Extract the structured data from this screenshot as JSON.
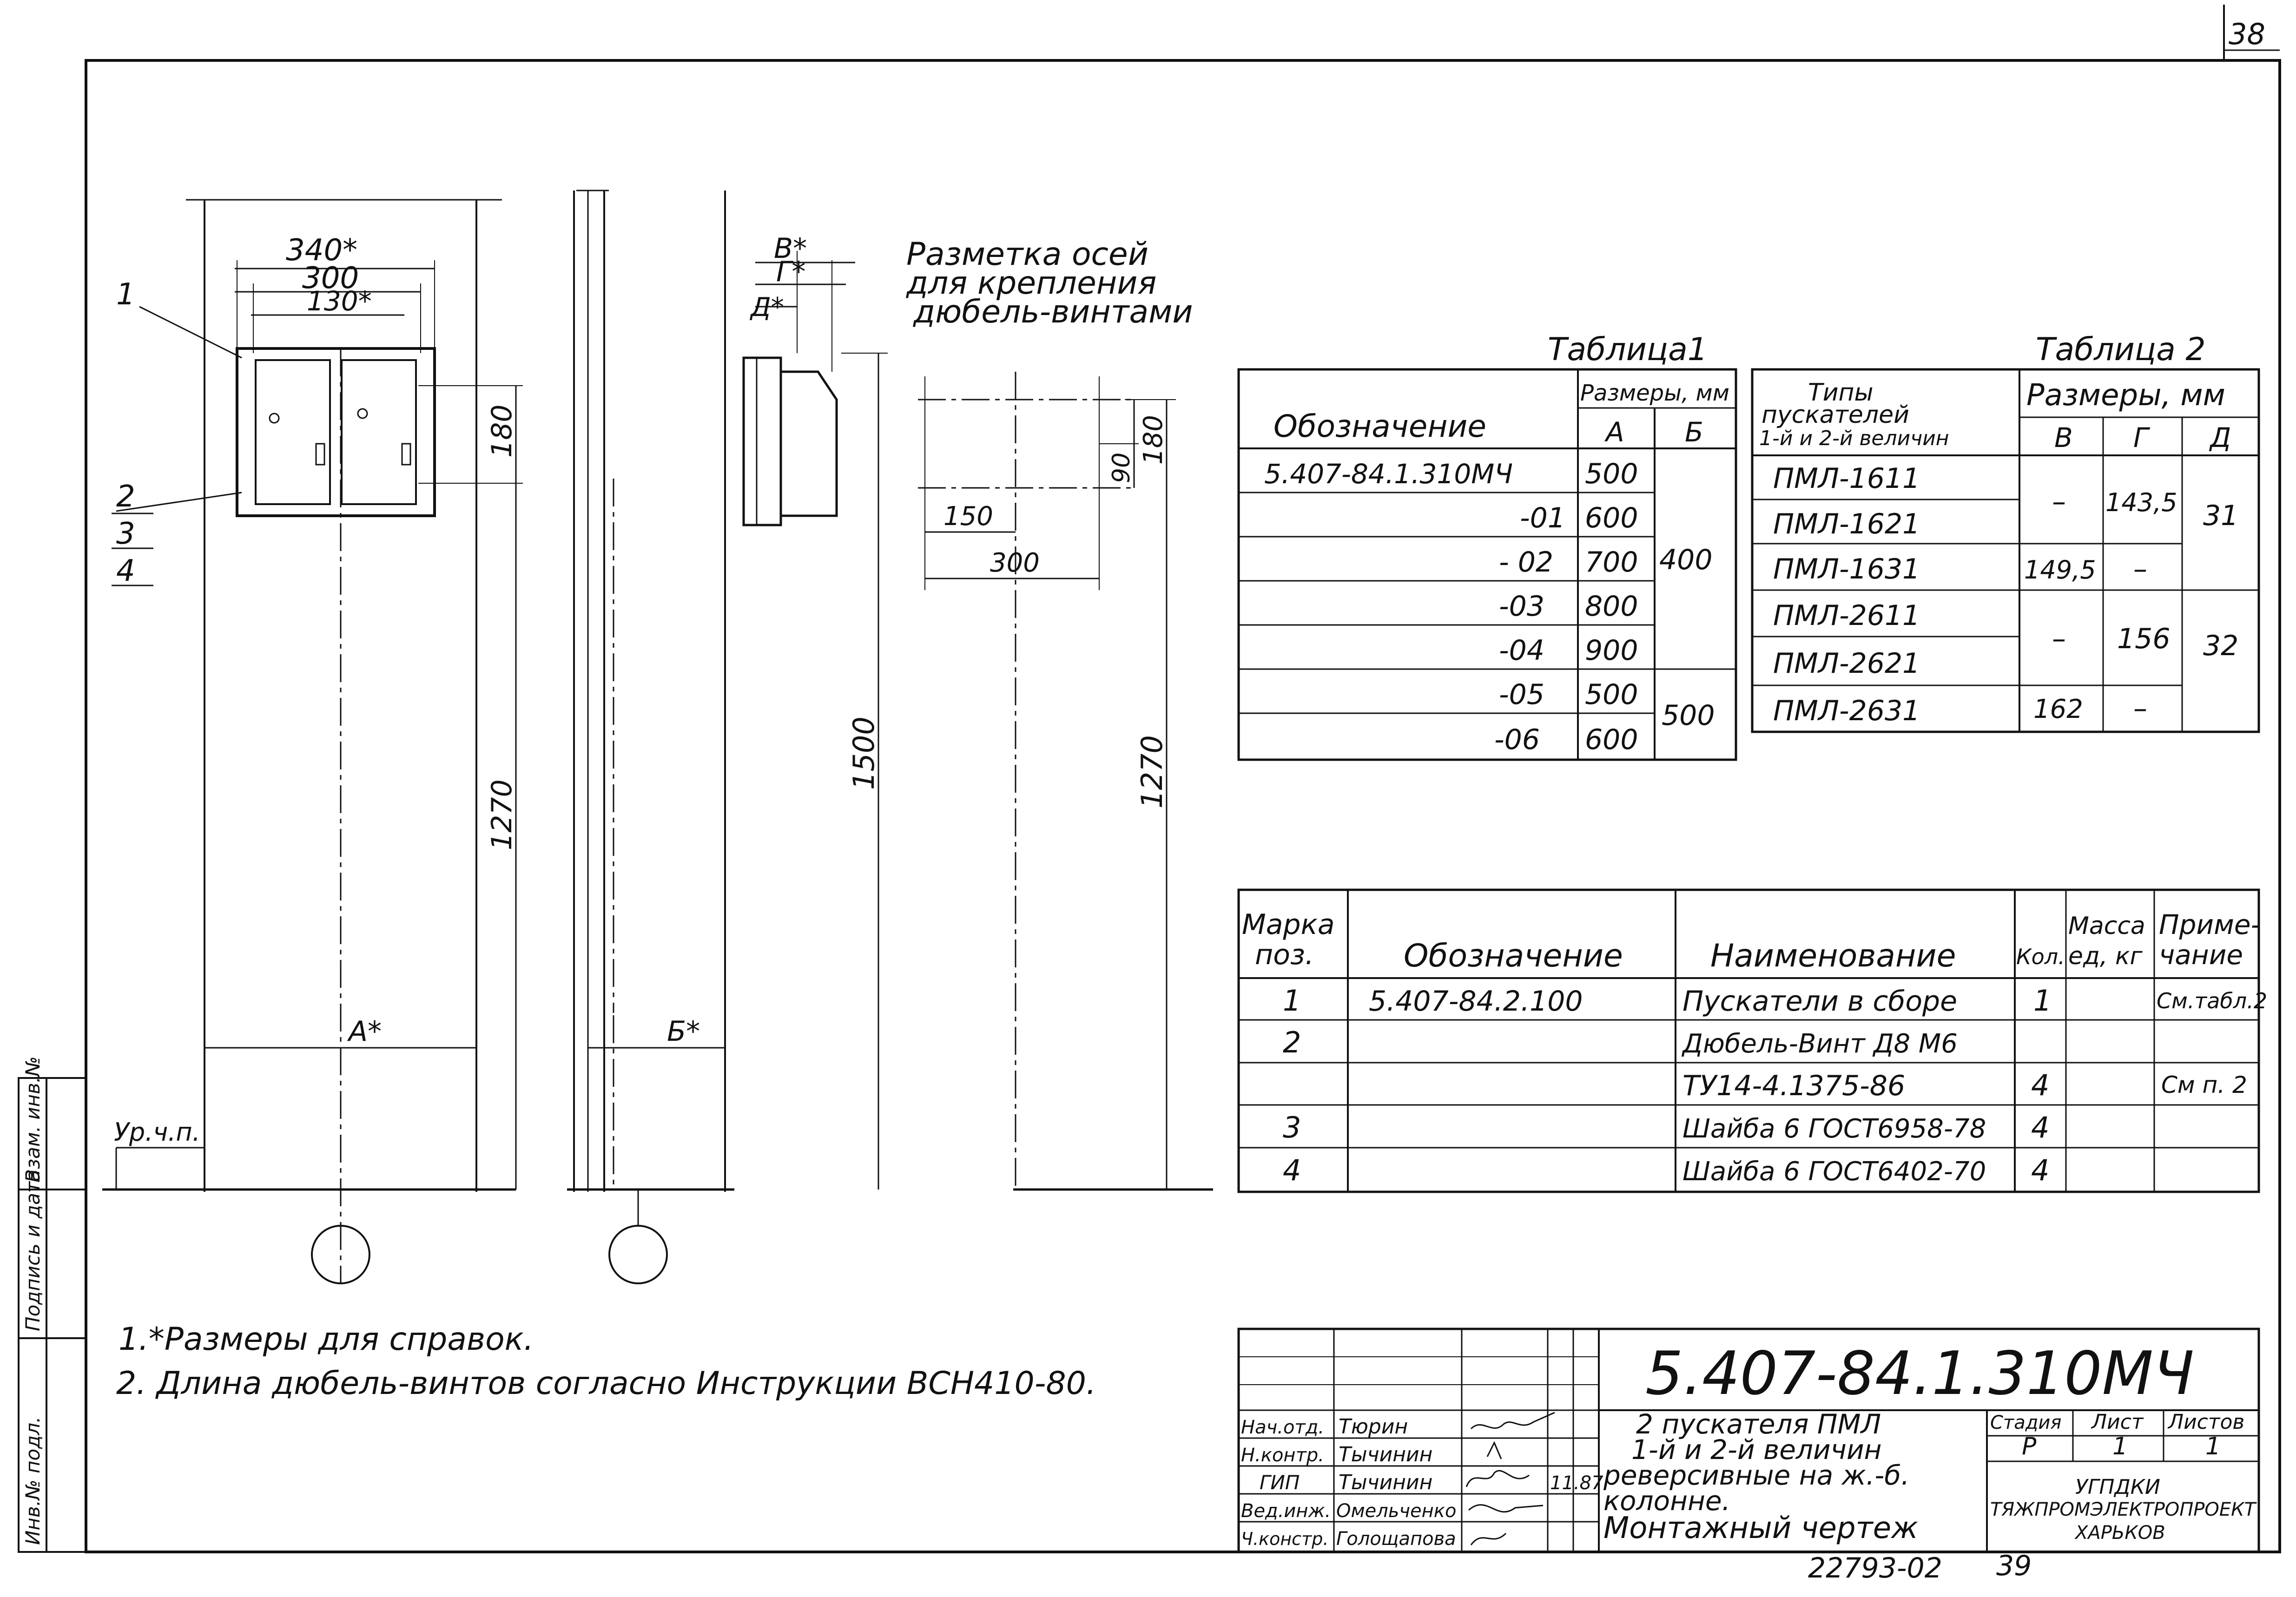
{
  "sheet_number": "38",
  "drawing_code": "5.407-84.1.310МЧ",
  "note_bottom": "22793-02",
  "note_bottom_sheet": "39",
  "heading_axes": [
    "Разметка осей",
    "для крепления",
    "дюбель-винтами"
  ],
  "dimensions": {
    "d340": "340*",
    "d300": "300",
    "d130": "130*",
    "d180a": "180",
    "d1270a": "1270",
    "dA": "A*",
    "dV": "В*",
    "dG": "Г*",
    "dD": "Д*",
    "d1500": "1500",
    "dB": "Б*",
    "d150": "150",
    "d300b": "300",
    "d90": "90",
    "d180b": "180",
    "d1270b": "1270"
  },
  "level_mark": "Ур.ч.п.",
  "callouts": [
    "1",
    "2",
    "3",
    "4"
  ],
  "notes": [
    "1.*Размеры для справок.",
    "2. Длина дюбель-винтов согласно Инструкции ВСН410-80."
  ],
  "table1": {
    "title": "Таблица1",
    "h_designation": "Обозначение",
    "h_sizes": "Размеры, мм",
    "h_a": "А",
    "h_b": "Б",
    "rows": [
      {
        "d": "5.407-84.1.310МЧ",
        "a": "500"
      },
      {
        "d": "-01",
        "a": "600"
      },
      {
        "d": "- 02",
        "a": "700"
      },
      {
        "d": "-03",
        "a": "800"
      },
      {
        "d": "-04",
        "a": "900"
      },
      {
        "d": "-05",
        "a": "500"
      },
      {
        "d": "-06",
        "a": "600"
      }
    ],
    "b_group1": "400",
    "b_group2": "500"
  },
  "table2": {
    "title": "Таблица 2",
    "h_types": [
      "Типы",
      "пускателей",
      "1-й и 2-й величин"
    ],
    "h_sizes": "Размеры, мм",
    "h_v": "В",
    "h_g": "Г",
    "h_d": "Д",
    "rows": [
      "ПМЛ-1611",
      "ПМЛ-1621",
      "ПМЛ-1631",
      "ПМЛ-2611",
      "ПМЛ-2621",
      "ПМЛ-2631"
    ],
    "v1": "–",
    "g1": "143,5",
    "d1": "31",
    "v3": "149,5",
    "g3": "–",
    "v4": "–",
    "g4": "156",
    "d2": "32",
    "v6": "162",
    "g6": "–"
  },
  "spec": {
    "h_mark": [
      "Марка",
      "поз."
    ],
    "h_designation": "Обозначение",
    "h_name": "Наименование",
    "h_qty": "Кол.",
    "h_mass": [
      "Масса",
      "ед, кг"
    ],
    "h_note": [
      "Приме-",
      "чание"
    ],
    "rows": [
      {
        "pos": "1",
        "des": "5.407-84.2.100",
        "name": "Пускатели в сборе",
        "qty": "1",
        "note": "См.табл.2"
      },
      {
        "pos": "2",
        "des": "",
        "name": "Дюбель-Винт Д8 М6",
        "qty": "",
        "note": ""
      },
      {
        "pos": "",
        "des": "",
        "name": "ТУ14-4.1375-86",
        "qty": "4",
        "note": "См п. 2"
      },
      {
        "pos": "3",
        "des": "",
        "name": "Шайба 6 ГОСТ6958-78",
        "qty": "4",
        "note": ""
      },
      {
        "pos": "4",
        "des": "",
        "name": "Шайба 6 ГОСТ6402-70",
        "qty": "4",
        "note": ""
      }
    ]
  },
  "titleblock": {
    "roles": [
      "Нач.отд.",
      "Н.контр.",
      "ГИП",
      "Вед.инж.",
      "Ч.констр."
    ],
    "names": [
      "Тюрин",
      "Тычинин",
      "Тычинин",
      "Омельченко",
      "Голощапова"
    ],
    "date": "11.87",
    "title": [
      "2 пускателя ПМЛ",
      "1-й и 2-й величин",
      "реверсивные на ж.-б.",
      "колонне.",
      "Монтажный чертеж"
    ],
    "h_stage": "Стадия",
    "h_sheet": "Лист",
    "h_sheets": "Листов",
    "stage": "Р",
    "sheet": "1",
    "sheets": "1",
    "org": [
      "УГПДКИ",
      "ТЯЖПРОМЭЛЕКТРОПРОЕКТ",
      "ХАРЬКОВ"
    ]
  },
  "side_labels": [
    "Инв.№ подл.",
    "Подпись и дата",
    "Взам. инв.№"
  ]
}
